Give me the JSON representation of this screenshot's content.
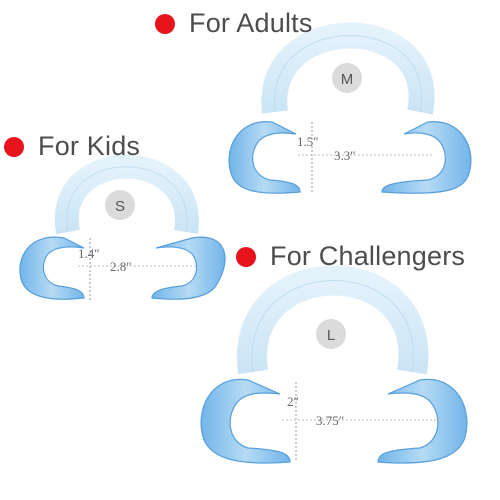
{
  "labels": {
    "adults": "For Adults",
    "kids": "For Kids",
    "challengers": "For Challengers"
  },
  "products": {
    "medium": {
      "size": "M",
      "height": "1.5″",
      "width": "3.3″"
    },
    "small": {
      "size": "S",
      "height": "1.4″",
      "width": "2.8″"
    },
    "large": {
      "size": "L",
      "height": "2″",
      "width": "3.75″"
    }
  },
  "colors": {
    "dot": "#e8141c",
    "retractor_fill": "#cde7f5",
    "retractor_edge": "#3a8fd6",
    "size_badge": "#d9d9d9"
  }
}
